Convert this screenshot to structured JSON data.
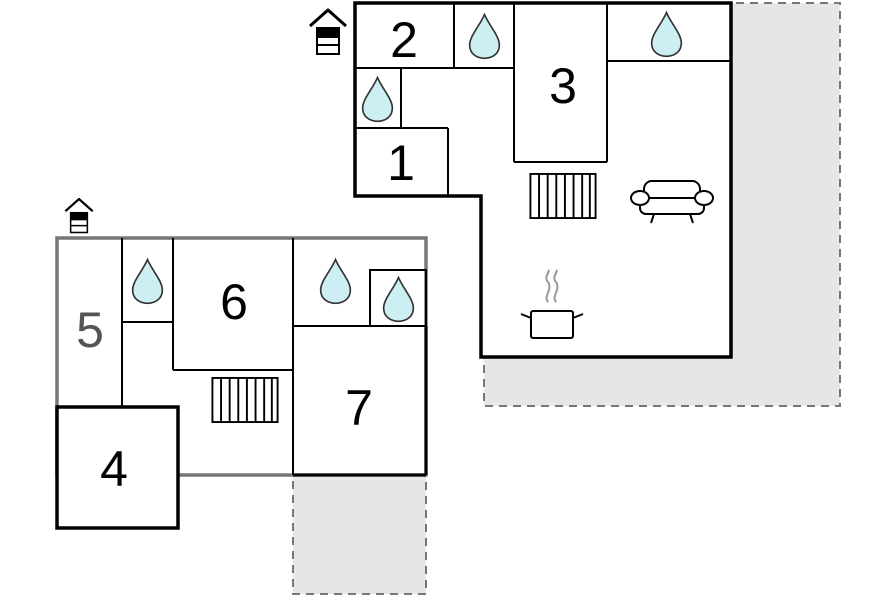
{
  "rooms": {
    "r1": "1",
    "r2": "2",
    "r3": "3",
    "r4": "4",
    "r5": "5",
    "r6": "6",
    "r7": "7"
  },
  "colors": {
    "water_drop": "#cdeff3",
    "terrace": "#e6e6e6",
    "wall": "#000000",
    "lower_wall": "#777777"
  },
  "icons": {
    "entrance": "house-entrance-icon",
    "bathroom": "water-drop-icon",
    "stairs": "stairs-icon",
    "living": "sofa-icon",
    "kitchen": "cooking-pot-icon"
  }
}
